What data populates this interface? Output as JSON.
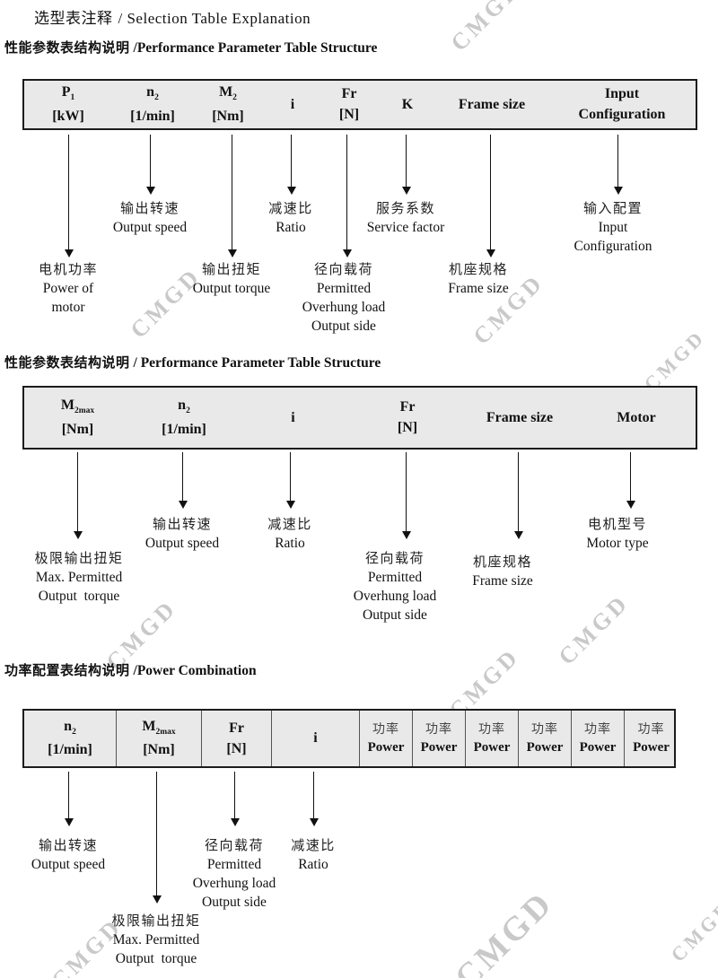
{
  "watermark": {
    "text": "CMGD"
  },
  "title": {
    "zh": "选型表注释",
    "en": "/ Selection Table Explanation"
  },
  "sections": [
    {
      "heading": {
        "zh": "性能参数表结构说明",
        "en": "/Performance Parameter Table Structure"
      },
      "columns": [
        {
          "sym": "P",
          "sub": "1",
          "unit": "[kW]"
        },
        {
          "sym": "n",
          "sub": "2",
          "unit": "[1/min]"
        },
        {
          "sym": "M",
          "sub": "2",
          "unit": "[Nm]"
        },
        {
          "sym": "i",
          "sub": "",
          "unit": ""
        },
        {
          "sym": "Fr",
          "sub": "",
          "unit": "[N]"
        },
        {
          "sym": "K",
          "sub": "",
          "unit": ""
        },
        {
          "sym": "Frame size",
          "sub": "",
          "unit": ""
        },
        {
          "sym": "Input",
          "sub": "",
          "unit": "Configuration"
        }
      ],
      "callouts": {
        "p1": [
          "电机功率",
          "Power of",
          "motor"
        ],
        "n2": [
          "输出转速",
          "Output speed"
        ],
        "m2": [
          "输出扭矩",
          "Output torque"
        ],
        "i": [
          "减速比",
          "Ratio"
        ],
        "fr": [
          "径向载荷",
          "Permitted",
          "Overhung load",
          "Output side"
        ],
        "k": [
          "服务系数",
          "Service factor"
        ],
        "frame": [
          "机座规格",
          "Frame size"
        ],
        "input": [
          "输入配置",
          "Input",
          "Configuration"
        ]
      }
    },
    {
      "heading": {
        "zh": "性能参数表结构说明",
        "en": "/ Performance Parameter Table Structure"
      },
      "columns": [
        {
          "sym": "M",
          "sub": "2max",
          "unit": "[Nm]"
        },
        {
          "sym": "n",
          "sub": "2",
          "unit": "[1/min]"
        },
        {
          "sym": "i",
          "sub": "",
          "unit": ""
        },
        {
          "sym": "Fr",
          "sub": "",
          "unit": "[N]"
        },
        {
          "sym": "Frame size",
          "sub": "",
          "unit": ""
        },
        {
          "sym": "Motor",
          "sub": "",
          "unit": ""
        }
      ],
      "callouts": {
        "m2max": [
          "极限输出扭矩",
          "Max. Permitted",
          "Output  torque"
        ],
        "n2": [
          "输出转速",
          "Output speed"
        ],
        "i": [
          "减速比",
          "Ratio"
        ],
        "fr": [
          "径向载荷",
          "Permitted",
          "Overhung load",
          "Output side"
        ],
        "frame": [
          "机座规格",
          "Frame size"
        ],
        "motor": [
          "电机型号",
          "Motor type"
        ]
      }
    },
    {
      "heading": {
        "zh": "功率配置表结构说明",
        "en": "/Power Combination"
      },
      "columns": [
        {
          "sym": "n",
          "sub": "2",
          "unit": "[1/min]"
        },
        {
          "sym": "M",
          "sub": "2max",
          "unit": "[Nm]"
        },
        {
          "sym": "Fr",
          "sub": "",
          "unit": "[N]"
        },
        {
          "sym": "i",
          "sub": "",
          "unit": ""
        }
      ],
      "power_column": {
        "zh": "功率",
        "en": "Power"
      },
      "power_column_count": 6,
      "callouts": {
        "n2": [
          "输出转速",
          "Output speed"
        ],
        "fr": [
          "径向载荷",
          "Permitted",
          "Overhung load",
          "Output side"
        ],
        "i": [
          "减速比",
          "Ratio"
        ],
        "m2max": [
          "极限输出扭矩",
          "Max. Permitted",
          "Output  torque"
        ]
      }
    }
  ]
}
